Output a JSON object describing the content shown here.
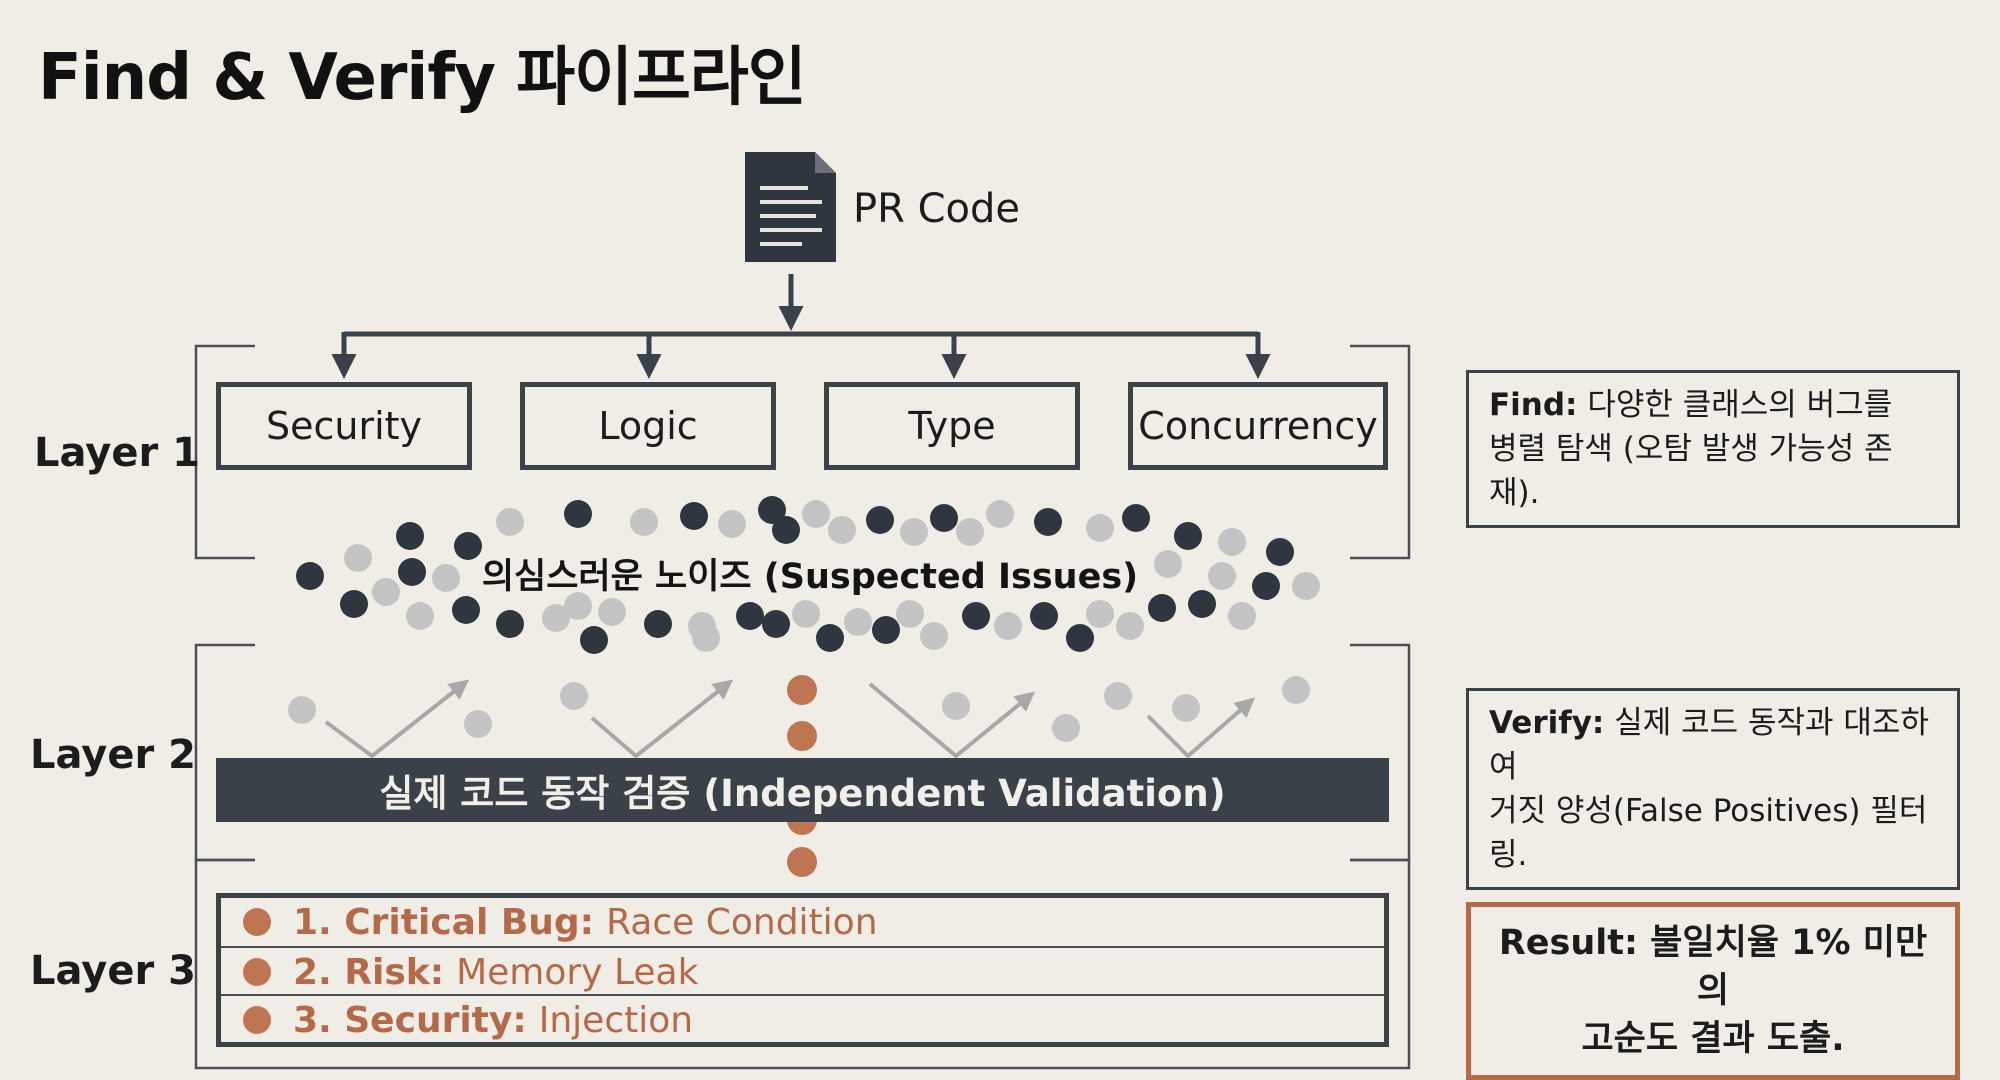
{
  "title": "Find & Verify 파이프라인",
  "input_label": "PR Code",
  "layers": {
    "layer1": "Layer 1",
    "layer2": "Layer 2",
    "layer3": "Layer 3"
  },
  "find_categories": [
    "Security",
    "Logic",
    "Type",
    "Concurrency"
  ],
  "noise_label": "의심스러운 노이즈 (Suspected Issues)",
  "verify_label": "실제 코드 동작 검증 (Independent Validation)",
  "results": [
    {
      "prefix": "1. Critical Bug:",
      "text": "Race Condition"
    },
    {
      "prefix": "2. Risk:",
      "text": "Memory Leak"
    },
    {
      "prefix": "3. Security:",
      "text": "Injection"
    }
  ],
  "notes": {
    "find": {
      "keyword": "Find:",
      "line1": "다양한 클래스의 버그를",
      "line2": "병렬 탐색 (오탐 발생 가능성 존재)."
    },
    "verify": {
      "keyword": "Verify:",
      "line1": "실제 코드 동작과 대조하여",
      "line2": "거짓 양성(False Positives) 필터링."
    },
    "result": {
      "keyword": "Result:",
      "line1": "불일치율 1% 미만의",
      "line2": "고순도 결과 도출."
    }
  },
  "colors": {
    "background": "#f0ede7",
    "dark": "#3a4149",
    "noise_dark": "#2f363f",
    "noise_light": "#c4c4c4",
    "accent": "#b46a48"
  },
  "icons": {
    "input": "document-icon",
    "result_bullet": "circle-bullet"
  }
}
